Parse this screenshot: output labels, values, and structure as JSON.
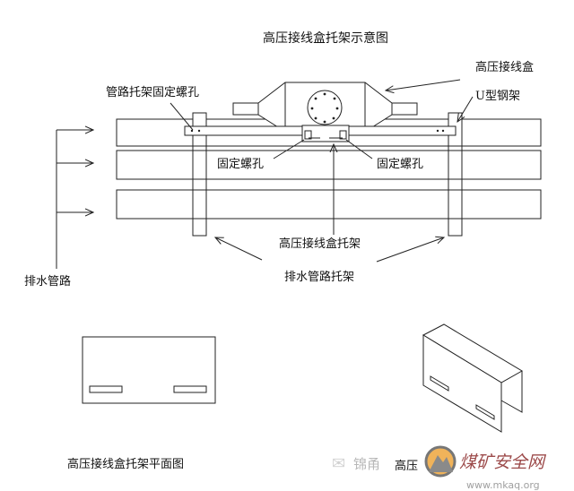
{
  "title": "高压接线盒托架示意图",
  "labels": {
    "junction_box": "高压接线盒",
    "u_frame": "U型钢架",
    "pipe_bracket_bolt_hole": "管路托架固定螺孔",
    "fix_hole_left": "固定螺孔",
    "fix_hole_right": "固定螺孔",
    "junction_box_bracket": "高压接线盒托架",
    "drain_pipe_bracket": "排水管路托架",
    "drain_pipe": "排水管路"
  },
  "plan_view_caption": "高压接线盒托架平面图",
  "iso_view_caption_partial": "高压",
  "watermark": {
    "text": "煤矿安全网",
    "url": "www.mkaq.org",
    "faded": "锦甬"
  }
}
